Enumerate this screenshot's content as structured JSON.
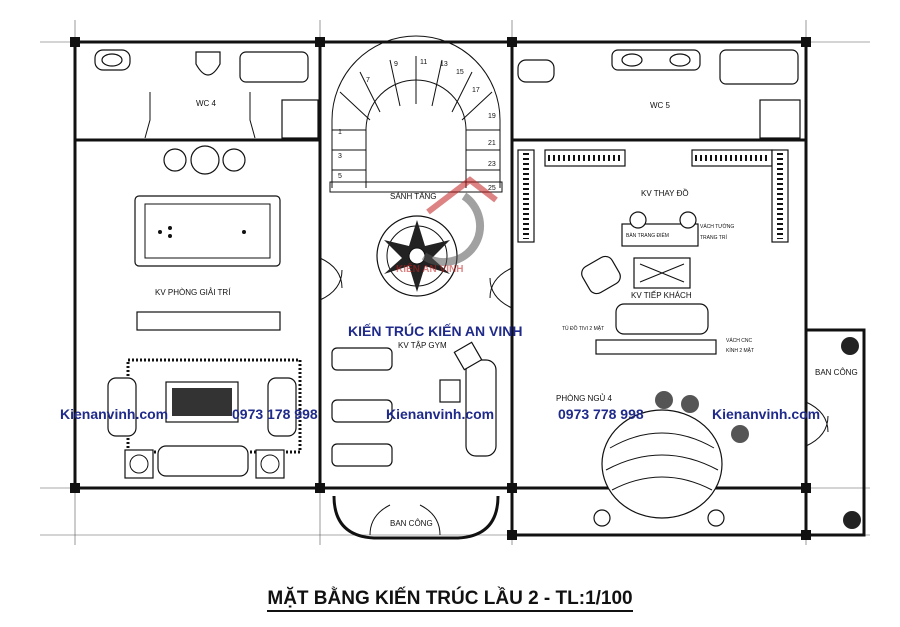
{
  "rooms": {
    "wc4": "WC 4",
    "wc5": "WC 5",
    "sanh_tang": "SẢNH TẦNG",
    "giai_tri": "KV PHÒNG GIẢI TRÍ",
    "tap_gym": "KV TẬP GYM",
    "thay_do": "KV THAY ĐỒ",
    "tiep_khach": "KV TIẾP KHÁCH",
    "phong_ngu4": "PHÒNG NGỦ 4",
    "ban_cong_right": "BAN CÔNG",
    "ban_cong_bottom": "BAN CÔNG"
  },
  "annotations": {
    "ban_trang_diem": "BÀN TRANG ĐIỂM",
    "vach_tuong": "VÁCH TƯỜNG",
    "trang_tri": "TRANG TRÍ",
    "to_do_tivi": "TỦ ĐỒ TIVI 2 MẶT",
    "vach_cnc": "VÁCH CNC",
    "kinh_2_mat": "KÍNH 2 MẶT"
  },
  "stair_steps": [
    "1",
    "3",
    "5",
    "7",
    "9",
    "11",
    "13",
    "15",
    "17",
    "19",
    "21",
    "23",
    "25"
  ],
  "watermark": {
    "company": "KIẾN TRÚC KIẾN AN VINH",
    "site_left": "Kienanvinh.com",
    "phone_left": "0973 178 998",
    "site_mid": "Kienanvinh.com",
    "phone_right": "0973 778 998",
    "site_right": "Kienanvinh.com",
    "logo_text": "KIẾN AN VINH"
  },
  "title": "MẶT BẰNG KIẾN TRÚC LẦU 2 - TL:1/100"
}
